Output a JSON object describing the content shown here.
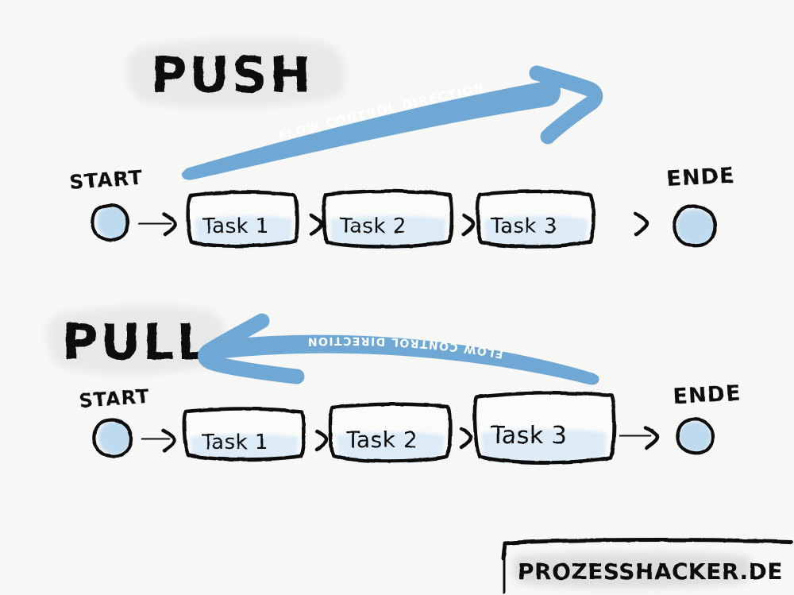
{
  "page": {
    "background_color": "#f7f7f6",
    "ink_color": "#101010",
    "accent_blue": "#6fa8d4",
    "fill_blue": "#bcd9ee",
    "highlight_gray": "#e3e3e3"
  },
  "sections": [
    {
      "id": "push",
      "title": "PUSH",
      "arrow": {
        "label": "FLOW CONTROL DIRECTION",
        "direction": "right",
        "color": "#6fa8d4",
        "label_color": "#ffffff"
      },
      "start": {
        "label": "START",
        "shape": "circle"
      },
      "end": {
        "label": "ENDE",
        "shape": "circle"
      },
      "tasks": [
        {
          "label": "Task 1"
        },
        {
          "label": "Task 2"
        },
        {
          "label": "Task 3"
        }
      ],
      "connectors": [
        "arrow",
        "arrow",
        "arrow",
        "arrow"
      ]
    },
    {
      "id": "pull",
      "title": "PULL",
      "arrow": {
        "label": "FLOW CONTROL DIRECTION",
        "direction": "left",
        "color": "#6fa8d4",
        "label_color": "#ffffff"
      },
      "start": {
        "label": "START",
        "shape": "circle"
      },
      "end": {
        "label": "ENDE",
        "shape": "circle"
      },
      "tasks": [
        {
          "label": "Task 1"
        },
        {
          "label": "Task 2"
        },
        {
          "label": "Task 3"
        }
      ],
      "connectors": [
        "arrow",
        "arrow",
        "arrow",
        "arrow"
      ]
    }
  ],
  "footer": {
    "watermark": "PROZESSHACKER.DE"
  }
}
